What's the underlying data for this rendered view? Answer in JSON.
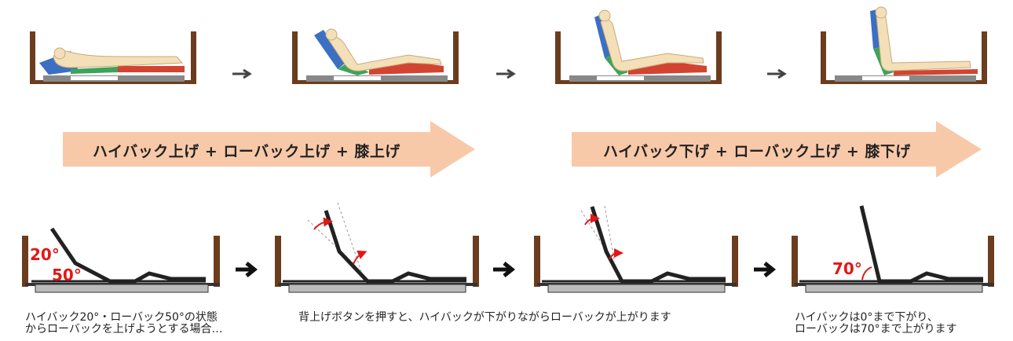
{
  "banners": [
    {
      "label": "ハイバック上げ + ローバック上げ + 膝上げ"
    },
    {
      "label": "ハイバック下げ + ローバック上げ + 膝下げ"
    }
  ],
  "angles": {
    "high20": "20°",
    "low50": "50°",
    "low70": "70°"
  },
  "captions": {
    "step1": [
      "ハイバック20°・ローバック50°の状態",
      "からローバックを上げようとする場合…"
    ],
    "step2": "背上げボタンを押すと、ハイバックが下がりながらローバックが上がります",
    "step4": [
      "ハイバックは0°まで下がり、",
      "ローバックは70°まで上がります"
    ]
  },
  "colors": {
    "banner": "#f8c9a8",
    "frame": "#6b3d1e",
    "high_back": "#3a6fc4",
    "low_back": "#3da35a",
    "leg": "#d24431",
    "skin": "#f3dfb8",
    "angle": "#e01818",
    "arrow": "#111111"
  },
  "icons": [
    "arrow-right-icon"
  ]
}
